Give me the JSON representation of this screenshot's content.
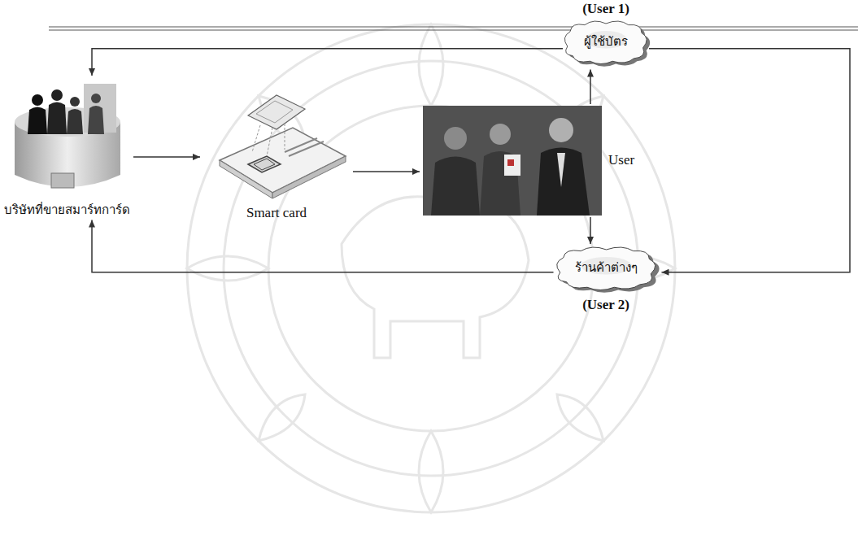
{
  "diagram": {
    "nodes": [
      {
        "text": [
          "บริษัทที่ขายสมาร์ทการ์ด"
        ]
      },
      {
        "text": [
          "Smart card"
        ]
      },
      {
        "text": [
          "User"
        ]
      },
      {
        "text": [
          "(User 1)",
          "ผู้ใช้บัตร"
        ]
      },
      {
        "text": [
          "ร้านค้าต่างๆ",
          "(User 2)"
        ]
      }
    ],
    "edges": [
      {
        "from": 0,
        "to": 1,
        "arrow": "to"
      },
      {
        "from": 1,
        "to": 2,
        "arrow": "to"
      },
      {
        "from": 2,
        "to": 3,
        "arrow": "to"
      },
      {
        "from": 2,
        "to": 4,
        "arrow": "to"
      },
      {
        "from": 3,
        "to": 0,
        "arrow": "to"
      },
      {
        "from": 3,
        "to": 4,
        "arrow": "to"
      },
      {
        "from": 4,
        "to": 0,
        "arrow": "to"
      }
    ]
  }
}
